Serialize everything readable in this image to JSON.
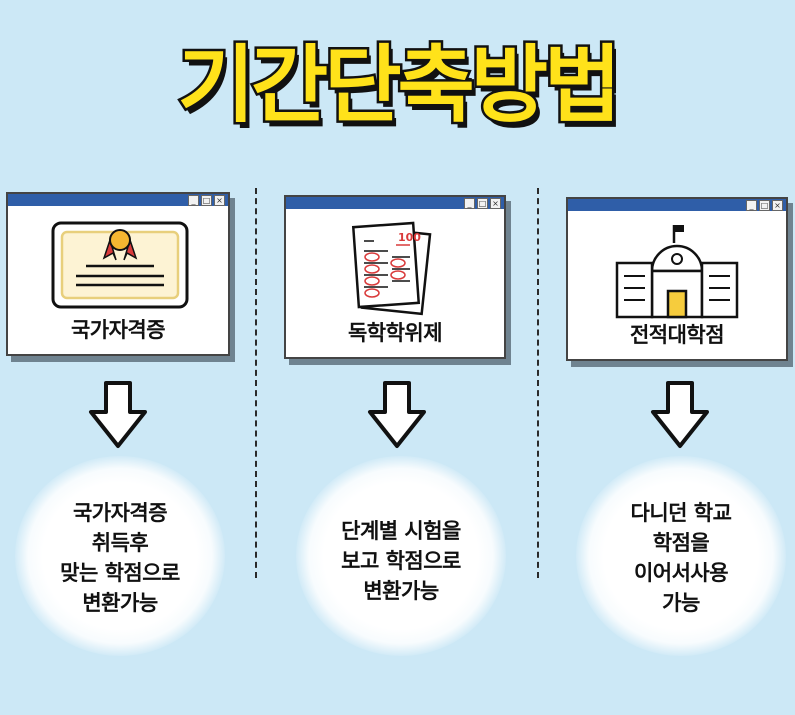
{
  "title": "기간단축방법",
  "panels": [
    {
      "label": "국가자격증",
      "icon": "certificate-icon",
      "desc": {
        "line1": "국가자격증",
        "line2": "취득후",
        "line3": "맞는 학점으로",
        "line4": "변환가능"
      }
    },
    {
      "label": "독학학위제",
      "icon": "exam-paper-icon",
      "desc": {
        "line1": "단계별 시험을",
        "line2": "보고 학점으로",
        "line3": "변환가능"
      }
    },
    {
      "label": "전적대학점",
      "icon": "school-building-icon",
      "desc": {
        "line1": "다니던 학교",
        "line2": "학점을",
        "line3": "이어서사용",
        "line4": "가능"
      }
    }
  ],
  "window_buttons": {
    "minimize": "_",
    "maximize": "□",
    "close": "×"
  },
  "paper_score": "100",
  "colors": {
    "background": "#cce8f6",
    "title": "#ffe21a",
    "window_bar": "#2f5ea8",
    "highlight_blue": "#1f2ad8",
    "highlight_red": "#e5161f"
  }
}
